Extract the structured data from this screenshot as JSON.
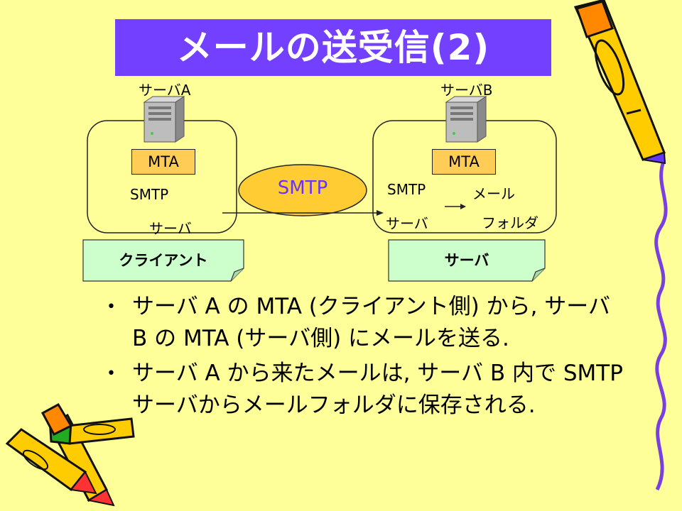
{
  "title": "メールの送受信(2)",
  "diagram": {
    "server_a_label": "サーバA",
    "server_b_label": "サーバB",
    "mta_label": "MTA",
    "smtp_label": "SMTP",
    "server_label": "サーバ",
    "mail_label": "メール",
    "folder_label": "フォルダ",
    "smtp_center_label": "SMTP",
    "client_note": "クライアント",
    "server_note": "サーバ"
  },
  "bullets": [
    "サーバ A の MTA (クライアント側) から, サーバ B の MTA (サーバ側) にメールを送る.",
    "サーバ A から来たメールは, サーバ B 内で SMTP サーバからメールフォルダに保存される."
  ],
  "colors": {
    "background": "#ffff99",
    "title_bar": "#7340ff",
    "mta_box": "#ffcc55",
    "smtp_ellipse": "#ffcc33",
    "smtp_text": "#6633ff",
    "note_box": "#ccffcc"
  }
}
